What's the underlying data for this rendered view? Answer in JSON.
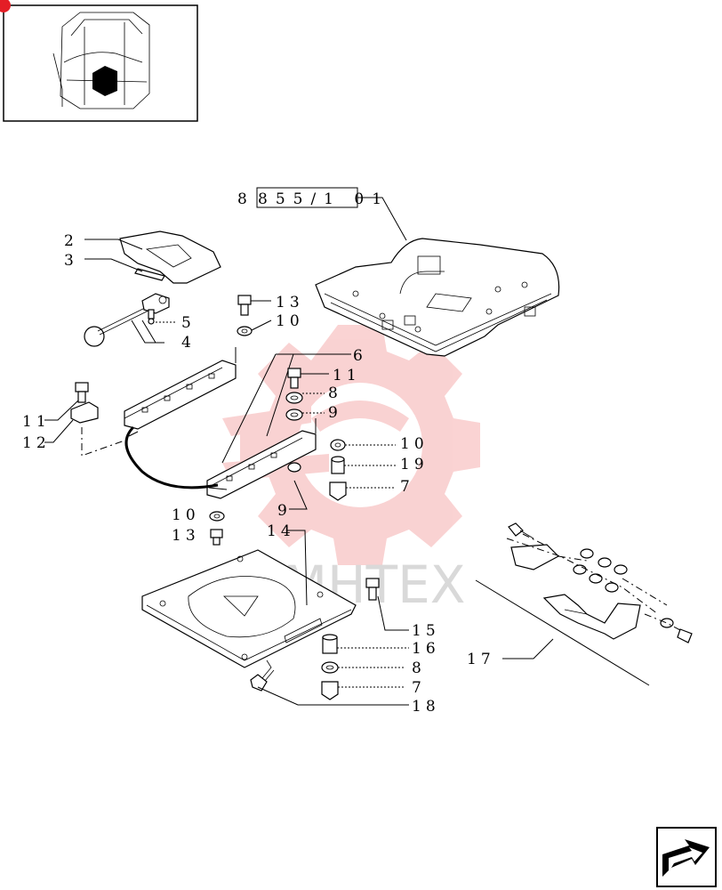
{
  "ref_code": {
    "text": "855/1 01"
  },
  "watermark": {
    "text": "MHTEX",
    "color": "#f7b3b3"
  },
  "accent_color": "#e41e26",
  "callouts": {
    "c2": "2",
    "c3": "3",
    "c4": "4",
    "c5": "5",
    "c6": "6",
    "c7a": "7",
    "c7b": "7",
    "c8a": "8",
    "c8b": "8",
    "c9a": "9",
    "c9b": "9",
    "c10a": "10",
    "c10b": "10",
    "c10c": "10",
    "c11a": "11",
    "c11b": "11",
    "c12": "12",
    "c13a": "13",
    "c13b": "13",
    "c14": "14",
    "c15": "15",
    "c16": "16",
    "c17": "17",
    "c18": "18",
    "c19": "19"
  },
  "icons": {
    "location_thumb": "tractor-cab-thumbnail-icon",
    "nav": "next-page-arrow-icon"
  }
}
